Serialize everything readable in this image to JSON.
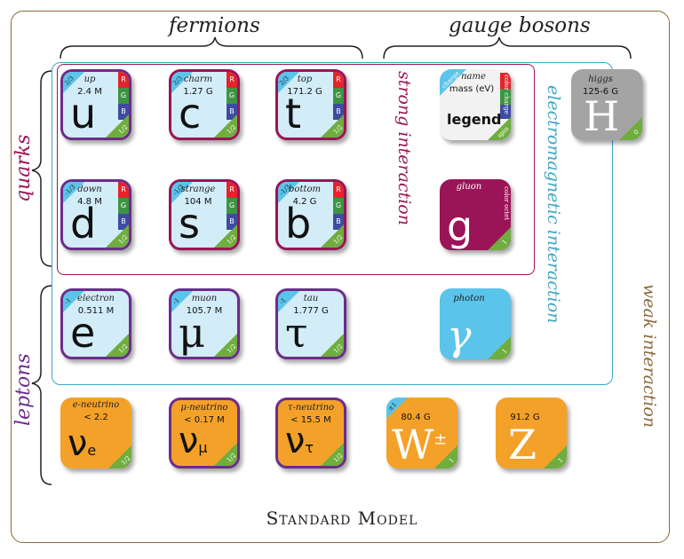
{
  "labels": {
    "fermions": "fermions",
    "gauge_bosons": "gauge bosons",
    "quarks": "quarks",
    "leptons": "leptons",
    "strong": "strong interaction",
    "electromagnetic": "electromagnetic interaction",
    "weak": "weak interaction",
    "footer": "Standard Model"
  },
  "colors": {
    "quark_tile": "#d2ecf8",
    "charge": "#5bc4ea",
    "spin": "#6fae3e",
    "color_r": "#e4232b",
    "color_g": "#3d9441",
    "color_b": "#3e4ba1",
    "strong_border": "#9b1457",
    "em_border": "#3ea5c4",
    "weak_border": "#8a6a3c",
    "lepton_border": "#6b2d8a",
    "neutrino_tile": "#f4a129",
    "gluon_tile": "#9b1457",
    "photon_tile": "#5bc4ea",
    "higgs_tile": "#a4a4a4"
  },
  "color_charges": [
    "R",
    "G",
    "B"
  ],
  "quarks": [
    {
      "name": "up",
      "mass": "2.4 M",
      "symbol": "u",
      "charge": "2/3",
      "spin": "1/2"
    },
    {
      "name": "charm",
      "mass": "1.27 G",
      "symbol": "c",
      "charge": "2/3",
      "spin": "1/2"
    },
    {
      "name": "top",
      "mass": "171.2 G",
      "symbol": "t",
      "charge": "2/3",
      "spin": "1/2"
    },
    {
      "name": "down",
      "mass": "4.8 M",
      "symbol": "d",
      "charge": "-1/3",
      "spin": "1/2"
    },
    {
      "name": "strange",
      "mass": "104 M",
      "symbol": "s",
      "charge": "-1/3",
      "spin": "1/2"
    },
    {
      "name": "bottom",
      "mass": "4.2 G",
      "symbol": "b",
      "charge": "-1/3",
      "spin": "1/2"
    }
  ],
  "leptons": [
    {
      "name": "electron",
      "mass": "0.511 M",
      "symbol": "e",
      "charge": "-1",
      "spin": "1/2"
    },
    {
      "name": "muon",
      "mass": "105.7 M",
      "symbol": "μ",
      "charge": "-1",
      "spin": "1/2"
    },
    {
      "name": "tau",
      "mass": "1.777 G",
      "symbol": "τ",
      "charge": "-1",
      "spin": "1/2"
    }
  ],
  "neutrinos": [
    {
      "name": "e-neutrino",
      "mass": "< 2.2",
      "symbol": "ν",
      "sub": "e",
      "spin": "1/2"
    },
    {
      "name": "μ-neutrino",
      "mass": "< 0.17 M",
      "symbol": "ν",
      "sub": "μ",
      "spin": "1/2"
    },
    {
      "name": "τ-neutrino",
      "mass": "< 15.5 M",
      "symbol": "ν",
      "sub": "τ",
      "spin": "1/2"
    }
  ],
  "legend": {
    "charge": "charge",
    "name": "name",
    "mass": "mass (eV)",
    "color_charge": "color charge",
    "spin": "spin",
    "title": "legend"
  },
  "gluon": {
    "name": "gluon",
    "symbol": "g",
    "color_text": "color octet",
    "spin": "1"
  },
  "photon": {
    "name": "photon",
    "symbol": "γ",
    "spin": "1"
  },
  "higgs": {
    "name": "higgs",
    "mass": "125-6 G",
    "symbol": "H",
    "spin": "0"
  },
  "w": {
    "mass": "80.4 G",
    "symbol": "W",
    "sup": "±",
    "charge": "±1",
    "spin": "1"
  },
  "z": {
    "mass": "91.2 G",
    "symbol": "Z",
    "spin": "1"
  }
}
